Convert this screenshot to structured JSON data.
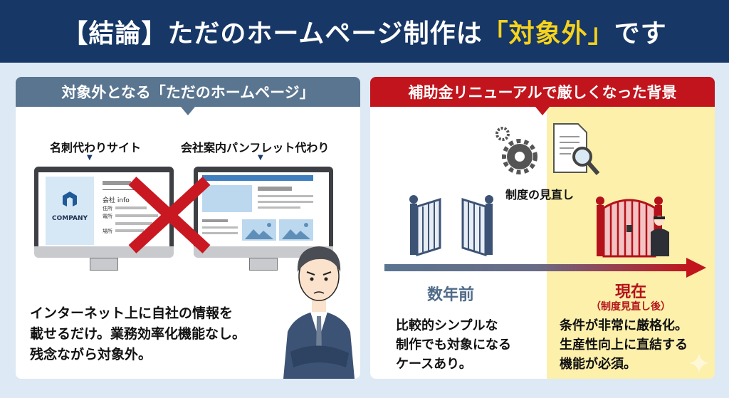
{
  "title": {
    "before": "【結論】ただのホームページ制作は",
    "highlight": "「対象外」",
    "after": "です"
  },
  "left_panel": {
    "heading": "対象外となる「ただのホームページ」",
    "label_1": "名刺代わりサイト",
    "label_2": "会社案内パンフレット代わり",
    "screen_1": {
      "logo_text": "COMPANY",
      "info_title": "会社 info",
      "rows": [
        "住所",
        "電所",
        "場所"
      ]
    },
    "description": [
      "インターネット上に自社の情報を",
      "載せるだけ。業務効率化機能なし。",
      "残念ながら対象外。"
    ]
  },
  "right_panel": {
    "heading": "補助金リニューアルで厳しくなった背景",
    "review_label": "制度の見直し",
    "past": {
      "label": "数年前",
      "description": [
        "比較的シンプルな",
        "制作でも対象になる",
        "ケースあり。"
      ]
    },
    "now": {
      "label": "現在",
      "sublabel": "（制度見直し後）",
      "description": [
        "条件が非常に厳格化。",
        "生産性向上に直結する",
        "機能が必須。"
      ]
    }
  },
  "colors": {
    "navy": "#173766",
    "yellow": "#f6d21c",
    "red": "#c1141c",
    "slate": "#5a7590"
  }
}
